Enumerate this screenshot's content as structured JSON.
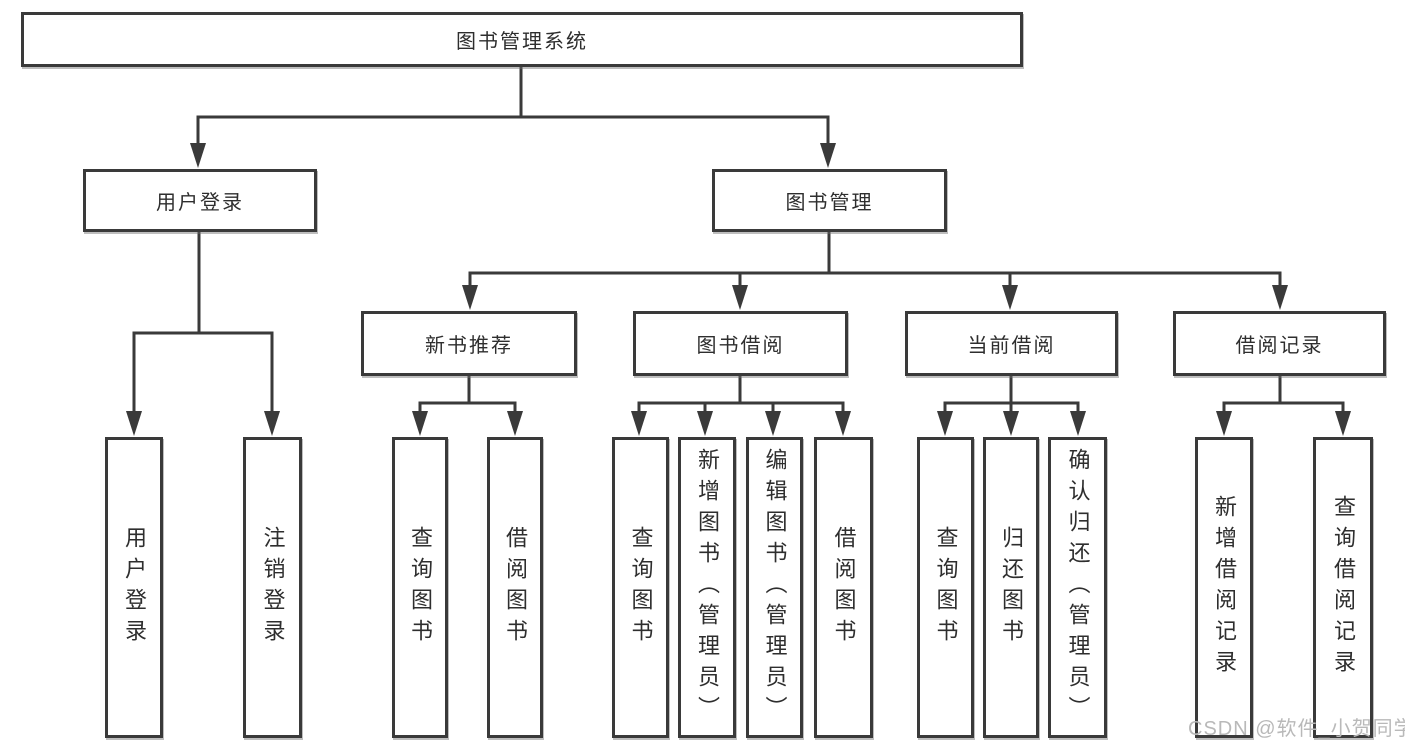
{
  "diagram": {
    "title": "图书管理系统",
    "type": "hierarchy-tree",
    "colors": {
      "line": "#3a3a3a",
      "text": "#2e2e2e",
      "box_background": "#ffffff",
      "page_background": "#ffffff",
      "watermark": "#b9b9b9"
    },
    "nodes": {
      "root": "图书管理系统",
      "user-login": "用户登录",
      "book-mgmt": "图书管理",
      "login": "用户登录",
      "logout": "注销登录",
      "new-book-rec": "新书推荐",
      "book-borrow": "图书借阅",
      "current-borrow": "当前借阅",
      "borrow-record": "借阅记录",
      "nbr-query": "查询图书",
      "nbr-borrow": "借阅图书",
      "bb-query": "查询图书",
      "bb-add": "新增图书（管理员）",
      "bb-edit": "编辑图书（管理员）",
      "bb-borrow": "借阅图书",
      "cb-query": "查询图书",
      "cb-return": "归还图书",
      "cb-confirm": "确认归还（管理员）",
      "br-add": "新增借阅记录",
      "br-query": "查询借阅记录"
    },
    "edges": [
      [
        "root",
        "user-login"
      ],
      [
        "root",
        "book-mgmt"
      ],
      [
        "user-login",
        "login"
      ],
      [
        "user-login",
        "logout"
      ],
      [
        "book-mgmt",
        "new-book-rec"
      ],
      [
        "book-mgmt",
        "book-borrow"
      ],
      [
        "book-mgmt",
        "current-borrow"
      ],
      [
        "book-mgmt",
        "borrow-record"
      ],
      [
        "new-book-rec",
        "nbr-query"
      ],
      [
        "new-book-rec",
        "nbr-borrow"
      ],
      [
        "book-borrow",
        "bb-query"
      ],
      [
        "book-borrow",
        "bb-add"
      ],
      [
        "book-borrow",
        "bb-edit"
      ],
      [
        "book-borrow",
        "bb-borrow"
      ],
      [
        "current-borrow",
        "cb-query"
      ],
      [
        "current-borrow",
        "cb-return"
      ],
      [
        "current-borrow",
        "cb-confirm"
      ],
      [
        "borrow-record",
        "br-add"
      ],
      [
        "borrow-record",
        "br-query"
      ]
    ]
  },
  "watermark": "CSDN @软件_小贺同学"
}
